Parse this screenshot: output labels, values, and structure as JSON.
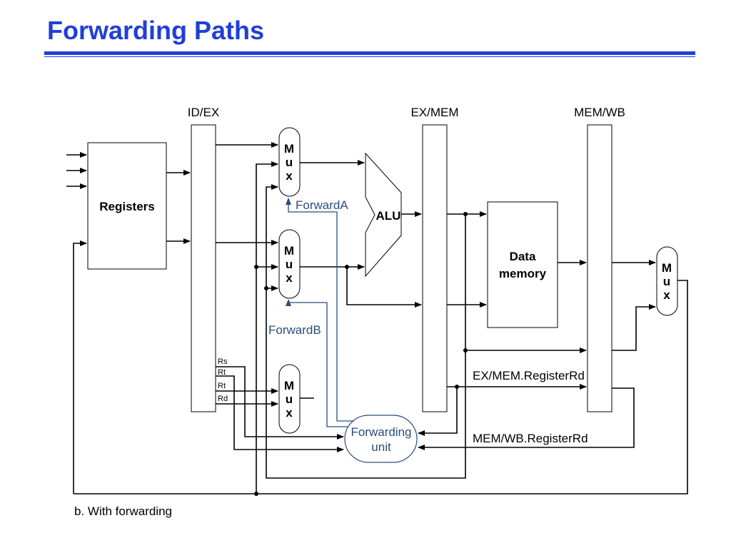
{
  "slide": {
    "title": "Forwarding Paths",
    "caption": "b. With forwarding"
  },
  "diagram": {
    "pipeline_registers": [
      "ID/EX",
      "EX/MEM",
      "MEM/WB"
    ],
    "blocks": {
      "registers": "Registers",
      "alu": "ALU",
      "data_memory": [
        "Data",
        "memory"
      ],
      "mux_letters": [
        "M",
        "u",
        "x"
      ],
      "forwarding_unit": [
        "Forwarding",
        "unit"
      ]
    },
    "signals": {
      "forward_a": "ForwardA",
      "forward_b": "ForwardB",
      "ex_mem_rd": "EX/MEM.RegisterRd",
      "mem_wb_rd": "MEM/WB.RegisterRd",
      "rs": "Rs",
      "rt1": "Rt",
      "rt2": "Rt",
      "rd": "Rd"
    },
    "colors": {
      "title": "#1f3fd9",
      "control_lines": "#2b4d7a",
      "lines": "#000000"
    }
  }
}
